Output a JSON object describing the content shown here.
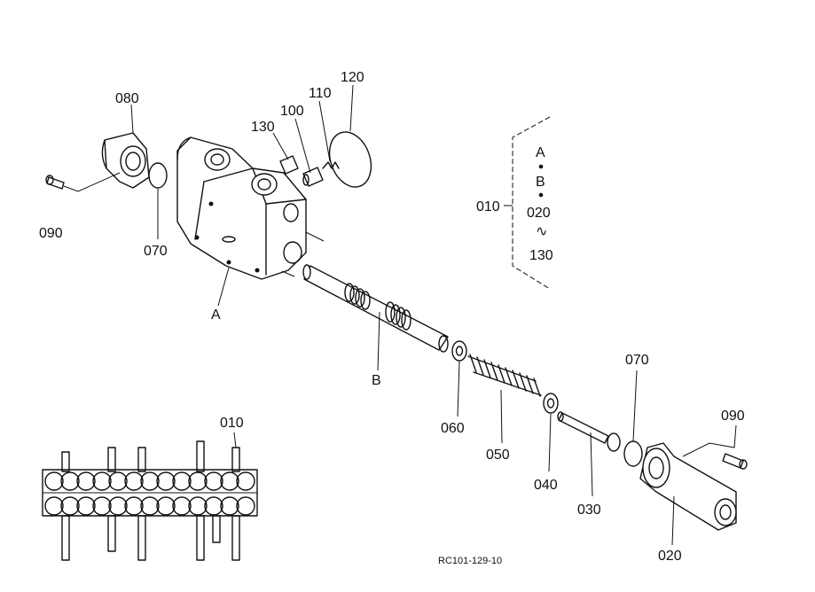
{
  "labels": {
    "p080": "080",
    "p090_left": "090",
    "p070_left": "070",
    "p130": "130",
    "p100": "100",
    "p110": "110",
    "p120": "120",
    "pA": "A",
    "pB": "B",
    "p060": "060",
    "p050": "050",
    "p040": "040",
    "p030": "030",
    "p070_right": "070",
    "p090_right": "090",
    "p020": "020",
    "p010_inset": "010"
  },
  "assembly_key": {
    "assembly_number": "010",
    "items": [
      "A",
      "B",
      "020",
      "130"
    ],
    "range_sign": "∿"
  },
  "drawing_code": "RC101-129-10"
}
